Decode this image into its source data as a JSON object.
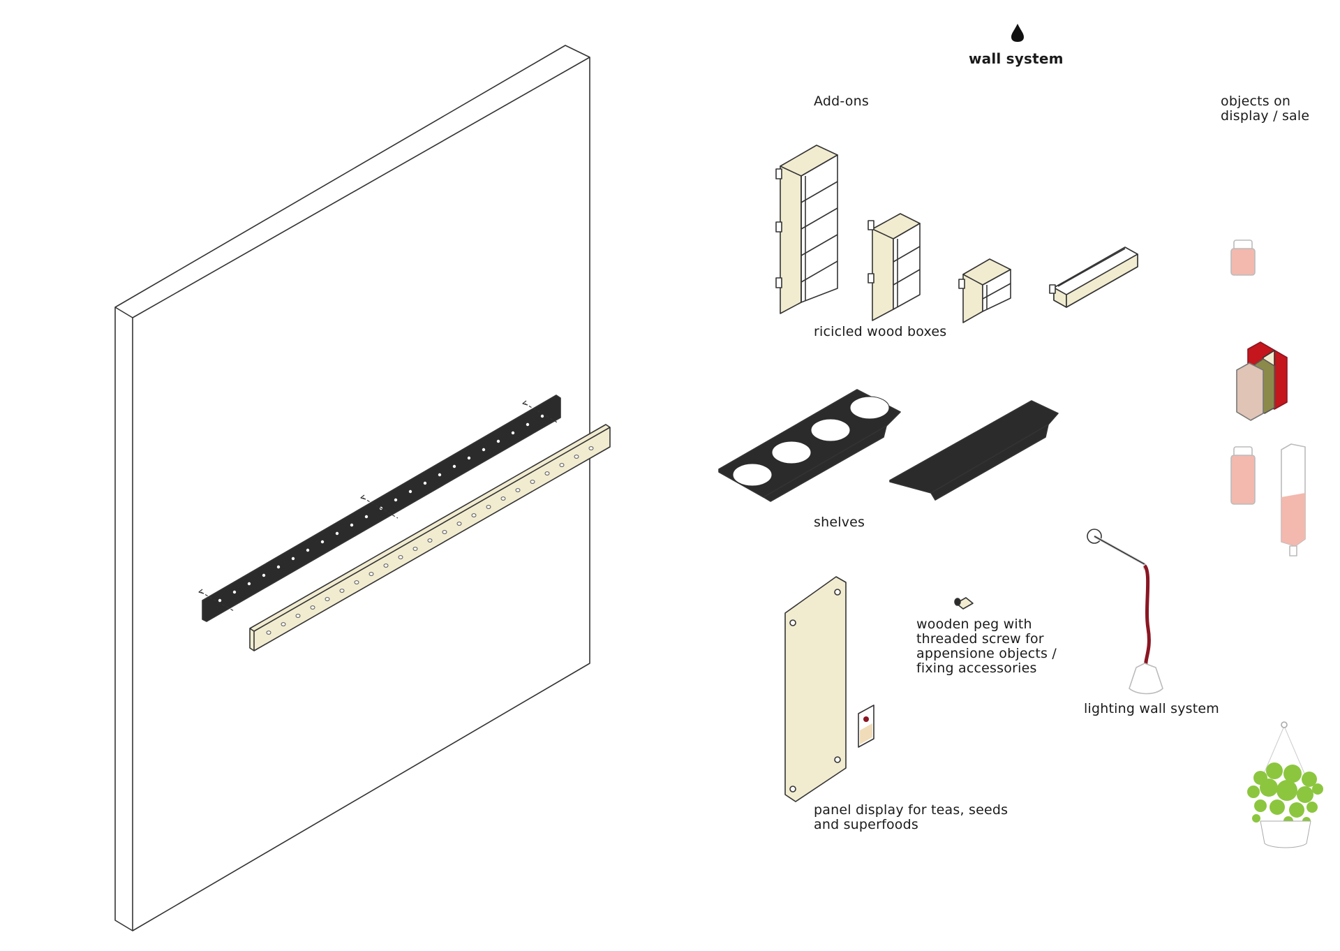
{
  "header": {
    "title": "wall system"
  },
  "sections": {
    "addons": "Add-ons",
    "objects": "objects on\ndisplay / sale"
  },
  "captions": {
    "boxes": "ricicled wood boxes",
    "shelves": "shelves",
    "peg": "wooden peg with\nthreaded screw for\nappensione objects /\nfixing accessories",
    "lighting": "lighting wall system",
    "panel": "panel display for teas, seeds\nand superfoods"
  },
  "colors": {
    "wood": "#f1ecd0",
    "steel": "#2b2b2b",
    "cable": "#8a1622",
    "seeds": "#f3b8ae",
    "plant": "#8cc63f",
    "book_red": "#c4161c",
    "book_pink": "#e0c4b6",
    "book_olive": "#8c8a4a",
    "outline": "#333333"
  }
}
